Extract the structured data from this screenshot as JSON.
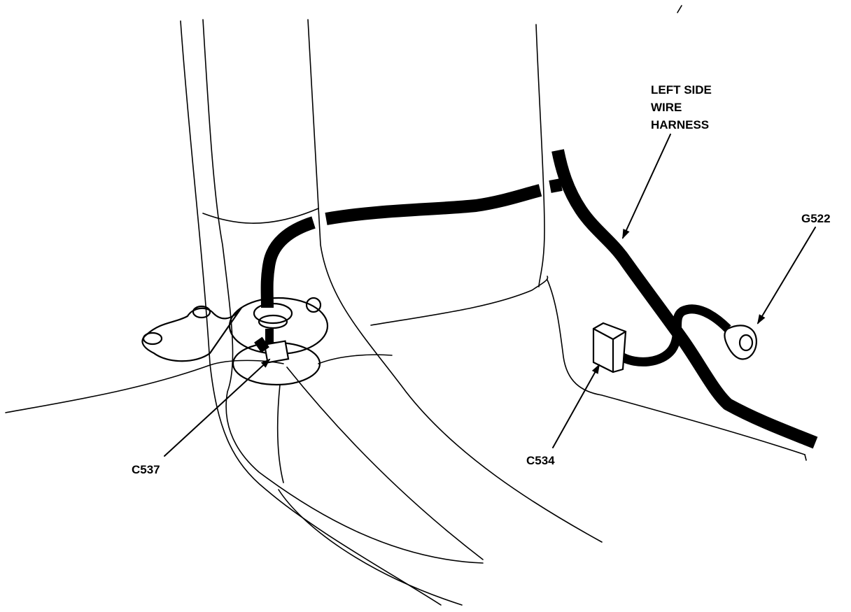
{
  "labels": {
    "harness_line1": "LEFT SIDE",
    "harness_line2": "WIRE",
    "harness_line3": "HARNESS",
    "ground": "G522",
    "connector_left": "C537",
    "connector_right": "C534"
  }
}
